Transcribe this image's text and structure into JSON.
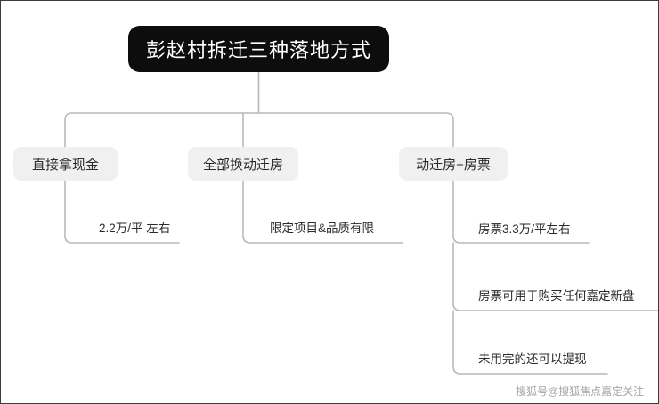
{
  "diagram": {
    "title": "彭赵村拆迁三种落地方式",
    "branches": [
      {
        "id": "cash",
        "label": "直接拿现金",
        "leaves": [
          "2.2万/平 左右"
        ]
      },
      {
        "id": "house",
        "label": "全部换动迁房",
        "leaves": [
          "限定项目&品质有限"
        ]
      },
      {
        "id": "mix",
        "label": "动迁房+房票",
        "leaves": [
          "房票3.3万/平左右",
          "房票可用于购买任何嘉定新盘",
          "未用完的还可以提现"
        ]
      }
    ]
  },
  "watermark": {
    "text": "搜狐号@搜狐焦点嘉定关注"
  },
  "colors": {
    "title_bg": "#0d0d0d",
    "title_text": "#ffffff",
    "node_bg": "#f0f0f0",
    "node_text": "#2b2b2b",
    "connector": "#b9b9b9",
    "canvas_bg": "#ffffff",
    "watermark_text": "#8d8d8d"
  }
}
